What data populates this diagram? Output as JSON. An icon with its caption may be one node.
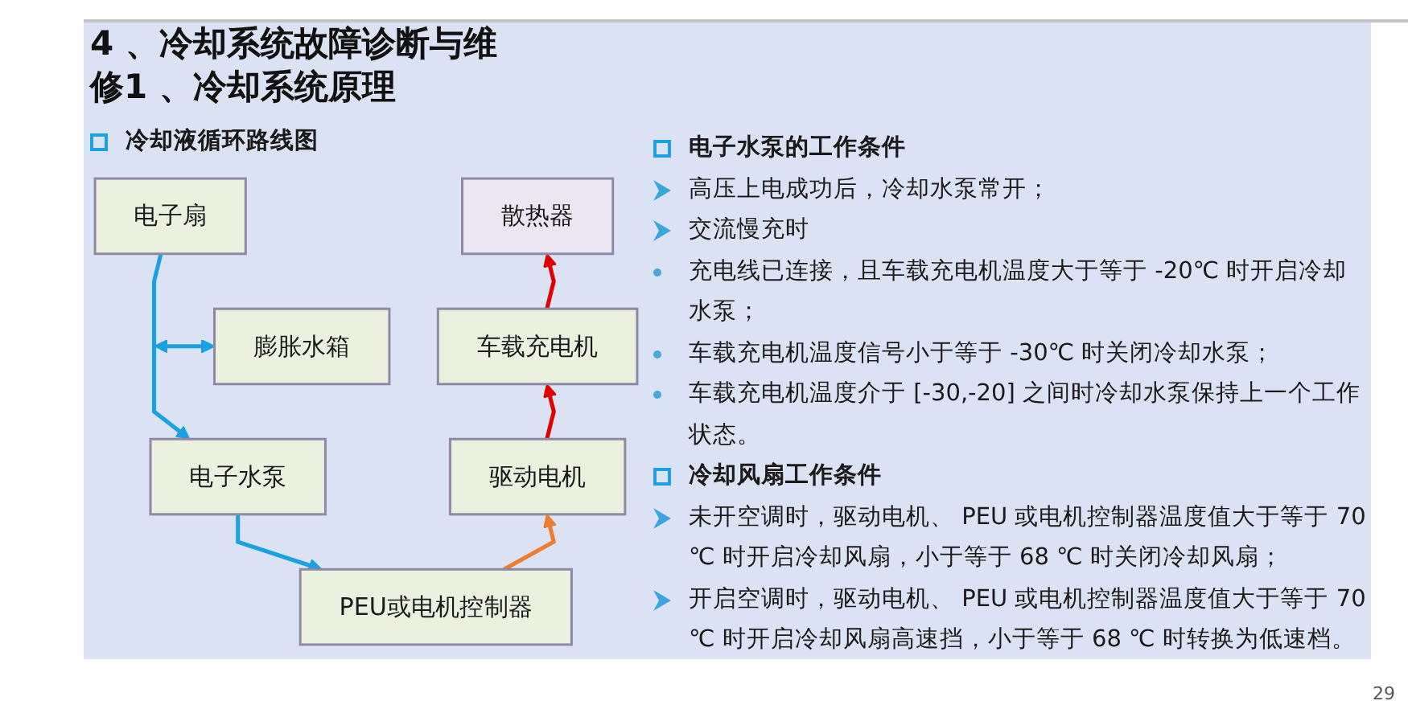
{
  "diagram": {
    "title": "4 、冷却系统故障诊断与维修1 、冷却系统原理",
    "nodes": [
      {
        "text": [
          "散热器"
        ]
      },
      {
        "text": [
          "车载充电机"
        ]
      },
      {
        "text": [
          "电子扇"
        ]
      },
      {
        "text": [
          "膨胀水箱"
        ]
      },
      {
        "text": [
          "驱动电机"
        ]
      },
      {
        "text": [
          "电子水泵"
        ]
      },
      {
        "text": [
          "PEU或电机控制器"
        ]
      }
    ],
    "edges": [
      {
        "from": 1,
        "to": 0,
        "arrow": "to",
        "color": "#e00000"
      },
      {
        "from": 2,
        "to": 5,
        "arrow": "to"
      },
      {
        "from": null,
        "to": 3,
        "arrow": "both"
      },
      {
        "from": 5,
        "to": 6,
        "arrow": "to"
      },
      {
        "from": 6,
        "to": 4,
        "arrow": "to",
        "color": "#ed7d31"
      },
      {
        "from": 4,
        "to": 1,
        "arrow": "to",
        "color": "#e00000"
      }
    ],
    "labels": [
      "冷却液循环路线图",
      "电子水泵的工作条件",
      "高压上电成功后，冷却水泵常开；",
      "交流慢充时",
      "充电线已连接，且车载充电机温度大于等于 -20℃ 时开启冷却水泵；",
      "车载充电机温度信号小于等于 -30℃ 时关闭冷却水泵；",
      "车载充电机温度介于 [-30,-20] 之间时冷却水泵保持上一个工作状态。",
      "冷却风扇工作条件",
      "未开空调时，驱动电机、 PEU 或电机控制器温度值大于等于 70 ℃ 时开启冷却风扇，小于等于 68 ℃ 时关闭冷却风扇；",
      "开启空调时，驱动电机、 PEU 或电机控制器温度值大于等于 70 ℃ 时开启冷却风扇高速挡，小于等于 68 ℃ 时转换为低速档。",
      "29"
    ]
  }
}
